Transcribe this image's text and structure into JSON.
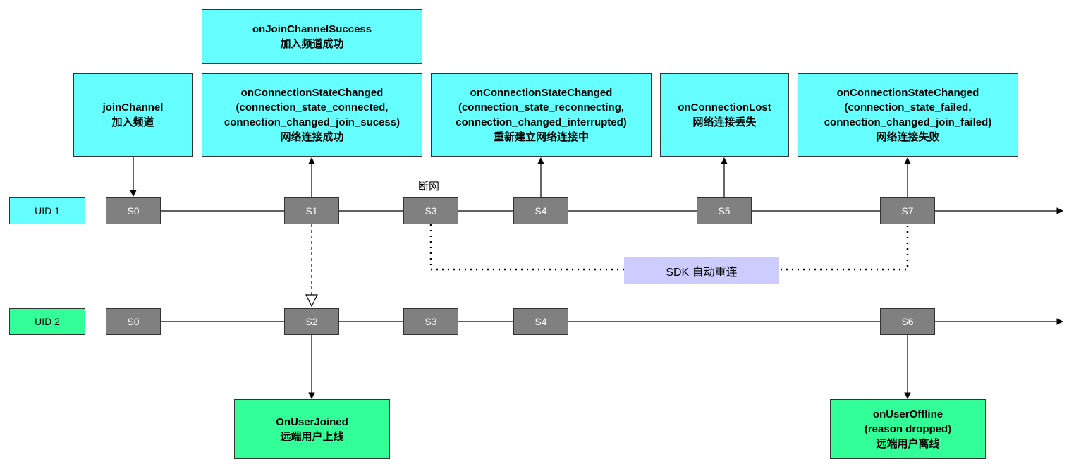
{
  "uids": {
    "uid1": "UID 1",
    "uid2": "UID 2"
  },
  "timeline1": {
    "states": [
      "S0",
      "S1",
      "S3",
      "S4",
      "S5",
      "S7"
    ]
  },
  "timeline2": {
    "states": [
      "S0",
      "S2",
      "S3",
      "S4",
      "S6"
    ]
  },
  "events_top": {
    "join_channel_success": {
      "line1": "onJoinChannelSuccess",
      "line2": "加入频道成功"
    },
    "join_channel": {
      "line1": "joinChannel",
      "line2": "加入频道"
    },
    "state_connected": {
      "line1": "onConnectionStateChanged",
      "line2": "(connection_state_connected,",
      "line3": "connection_changed_join_sucess)",
      "line4": "网络连接成功"
    },
    "state_reconnecting": {
      "line1": "onConnectionStateChanged",
      "line2": "(connection_state_reconnecting,",
      "line3": "connection_changed_interrupted)",
      "line4": "重新建立网络连接中"
    },
    "connection_lost": {
      "line1": "onConnectionLost",
      "line2": "网络连接丢失"
    },
    "state_failed": {
      "line1": "onConnectionStateChanged",
      "line2": "(connection_state_failed,",
      "line3": "connection_changed_join_failed)",
      "line4": "网络连接失败"
    }
  },
  "events_bottom": {
    "user_joined": {
      "line1": "OnUserJoined",
      "line2": "远端用户上线"
    },
    "user_offline": {
      "line1": "onUserOffline",
      "line2": "(reason dropped)",
      "line3": "远端用户离线"
    }
  },
  "notes": {
    "disconnect": "断网",
    "sdk_reconnect": "SDK 自动重连"
  },
  "colors": {
    "cyan": "#66ffff",
    "green": "#33ff99",
    "state_gray": "#808080",
    "sdk_lavender": "#ccccff"
  }
}
